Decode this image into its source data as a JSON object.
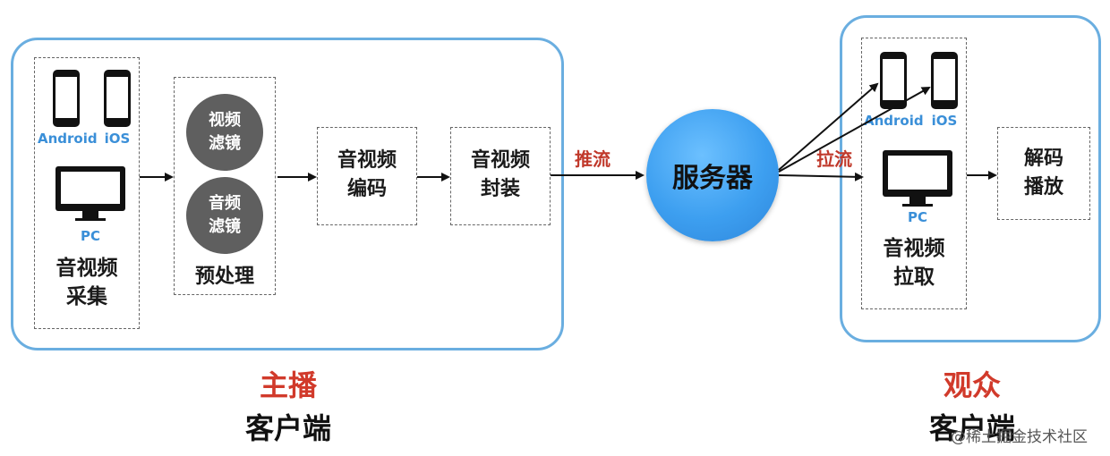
{
  "broadcaster": {
    "role": "主播",
    "side": "客户端",
    "capture": {
      "devices": [
        "Android",
        "iOS",
        "PC"
      ],
      "label": "音视频\n采集"
    },
    "preprocess": {
      "filters": [
        "视频\n滤镜",
        "音频\n滤镜"
      ],
      "label": "预处理"
    },
    "encode": {
      "label": "音视频\n编码"
    },
    "package": {
      "label": "音视频\n封装"
    }
  },
  "flow": {
    "push": "推流",
    "pull": "拉流"
  },
  "server": {
    "label": "服务器"
  },
  "viewer": {
    "role": "观众",
    "side": "客户端",
    "fetch": {
      "devices": [
        "Android",
        "iOS",
        "PC"
      ],
      "label": "音视频\n拉取"
    },
    "decode": {
      "label": "解码\n播放"
    }
  },
  "watermark": "@稀土掘金技术社区",
  "icons": [
    "phone-icon",
    "monitor-icon",
    "arrow-icon"
  ],
  "colors": {
    "frame": "#6aaee0",
    "device_label": "#3a8fd8",
    "role": "#d13a2b",
    "server": "#3d9ff0"
  }
}
